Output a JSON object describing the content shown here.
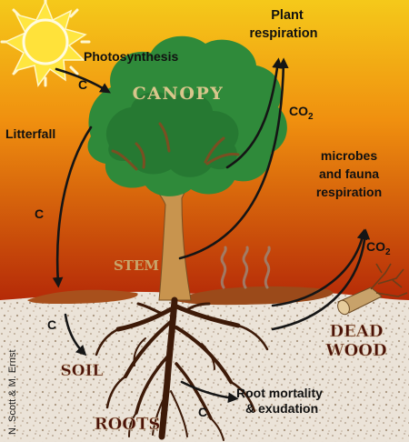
{
  "labels": {
    "plant_respiration_1": "Plant",
    "plant_respiration_2": "respiration",
    "photosynthesis": "Photosynthesis",
    "canopy": "CANOPY",
    "co2_upper": "CO",
    "co2_upper_sub": "2",
    "litterfall": "Litterfall",
    "c_sun": "C",
    "c_litter": "C",
    "c_soil": "C",
    "c_roots": "C",
    "microbes_1": "microbes",
    "microbes_2": "and fauna",
    "microbes_3": "respiration",
    "co2_lower": "CO",
    "co2_lower_sub": "2",
    "stem": "STEM",
    "dead_1": "DEAD",
    "dead_2": "WOOD",
    "soil": "SOIL",
    "roots": "ROOTS",
    "root_mortality_1": "Root mortality",
    "root_mortality_2": "& exudation",
    "credit": "N. Scott & M. Ernst"
  },
  "colors": {
    "sky_top": "#f5c91a",
    "sky_mid": "#f08a10",
    "sky_bottom": "#b52a08",
    "canopy_green": "#2f8a3a",
    "canopy_dark": "#1f6b2b",
    "trunk": "#c8944e",
    "roots": "#3d1a08",
    "soil": "#e9e1d6",
    "arrow": "#151515",
    "decor_text": "#d5c28a",
    "decor_text_dark": "#4a1208"
  }
}
